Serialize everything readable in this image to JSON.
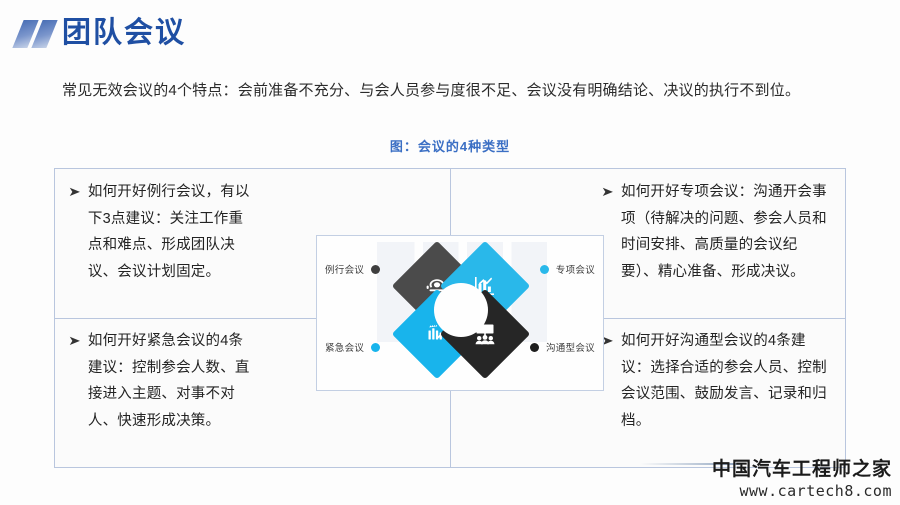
{
  "header": {
    "title": "团队会议",
    "logo_icon": "double-slash-bars-logo"
  },
  "intro": {
    "paragraph": "常见无效会议的4个特点：会前准备不充分、与会人员参与度很不足、会议没有明确结论、决议的执行不到位。"
  },
  "figure": {
    "caption": "图：会议的4种类型",
    "caption_color": "#3b6fc4"
  },
  "quadrants": {
    "bullet_marker": "➤",
    "top_left": {
      "text": "如何开好例行会议，有以下3点建议：关注工作重点和难点、形成团队决议、会议计划固定。"
    },
    "top_right": {
      "text": "如何开好专项会议：沟通开会事项（待解决的问题、参会人员和时间安排、高质量的会议纪要）、精心准备、形成决议。"
    },
    "bottom_left": {
      "text": "如何开好紧急会议的4条建议：控制参会人数、直接进入主题、对事不对人、快速形成决策。"
    },
    "bottom_right": {
      "text": "如何开好沟通型会议的4条建议：选择合适的参会人员、控制会议范围、鼓励发言、记录和归档。"
    }
  },
  "diagram": {
    "items": [
      {
        "label": "例行会议",
        "position": "top-left",
        "color": "#4b4b4b",
        "icon": "round-table-meeting-icon"
      },
      {
        "label": "专项会议",
        "position": "top-right",
        "color": "#29b8ea",
        "icon": "bar-chart-icon"
      },
      {
        "label": "紧急会议",
        "position": "bottom-left",
        "color": "#18b4ec",
        "icon": "alert-trend-icon"
      },
      {
        "label": "沟通型会议",
        "position": "bottom-right",
        "color": "#262626",
        "icon": "presentation-audience-icon"
      }
    ]
  },
  "watermark": {
    "name": "中国汽车工程师之家",
    "url": "www.cartech8.com"
  }
}
